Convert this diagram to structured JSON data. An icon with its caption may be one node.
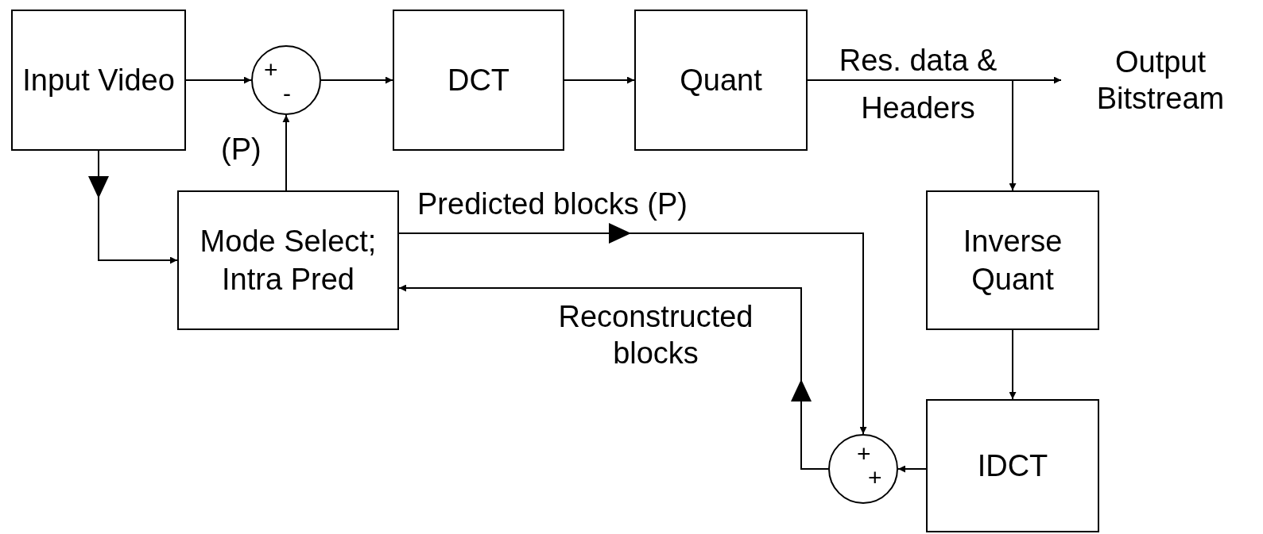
{
  "diagram": {
    "nodes": [
      {
        "text": [
          "Input Video"
        ]
      },
      {
        "text": [
          "+",
          "-"
        ]
      },
      {
        "text": [
          "DCT"
        ]
      },
      {
        "text": [
          "Quant"
        ]
      },
      {
        "text": [
          "Output Bitstream"
        ]
      },
      {
        "text": [
          "Mode Select; Intra Pred"
        ]
      },
      {
        "text": [
          "Inverse Quant"
        ]
      },
      {
        "text": [
          "IDCT"
        ]
      },
      {
        "text": [
          "+",
          "+"
        ]
      }
    ],
    "edges": [
      {
        "from": 0,
        "to": 1,
        "arrow": "to"
      },
      {
        "from": 1,
        "to": 2,
        "arrow": "to"
      },
      {
        "from": 2,
        "to": 3,
        "arrow": "to"
      },
      {
        "from": 3,
        "to": 4,
        "arrow": "to",
        "label": "Res. data & Headers"
      },
      {
        "from": 3,
        "to": 6,
        "arrow": "to"
      },
      {
        "from": 0,
        "to": 5,
        "arrow": "to"
      },
      {
        "from": 5,
        "to": 1,
        "arrow": "to",
        "label": "(P)"
      },
      {
        "from": 5,
        "to": 8,
        "arrow": "to",
        "label": "Predicted blocks (P)"
      },
      {
        "from": 6,
        "to": 7,
        "arrow": "to"
      },
      {
        "from": 7,
        "to": 8,
        "arrow": "to"
      },
      {
        "from": 8,
        "to": 5,
        "arrow": "to",
        "label": "Reconstructed blocks"
      }
    ]
  }
}
